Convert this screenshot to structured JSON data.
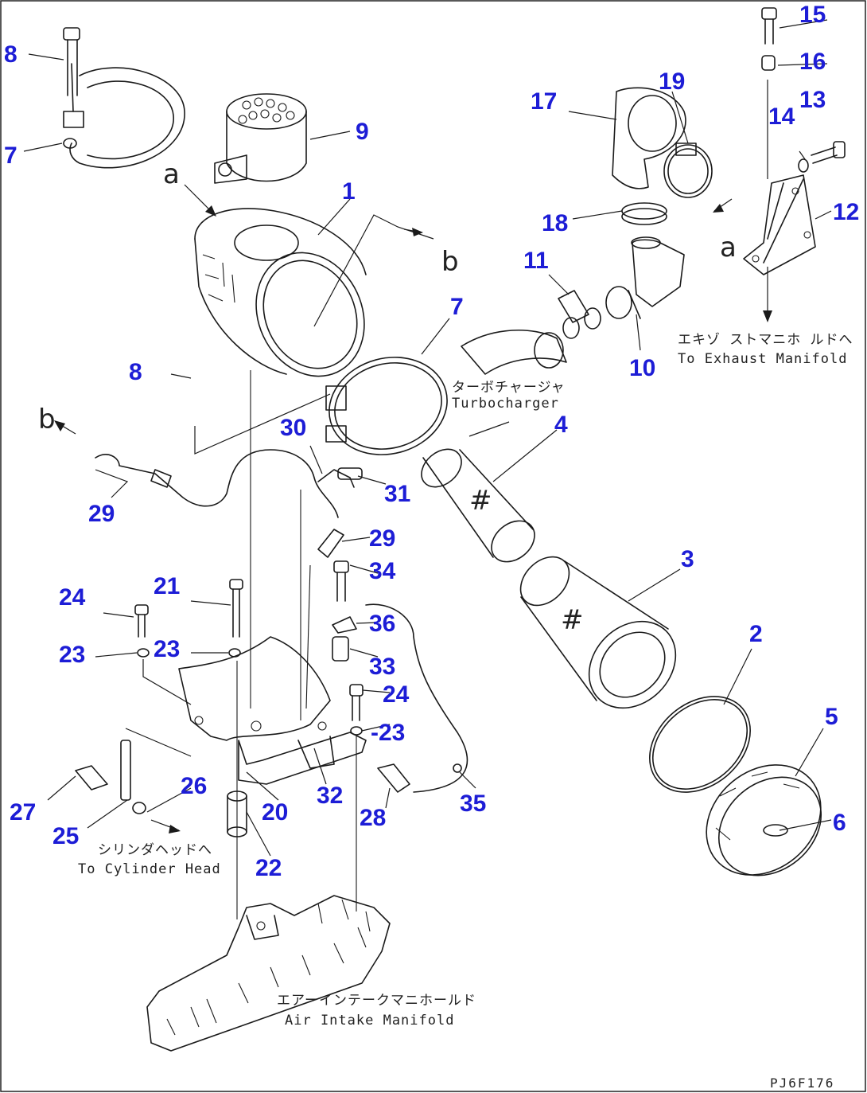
{
  "callouts": {
    "c1": "1",
    "c2": "2",
    "c3": "3",
    "c4": "4",
    "c5": "5",
    "c6": "6",
    "c7a": "7",
    "c7b": "7",
    "c8a": "8",
    "c8b": "8",
    "c9": "9",
    "c10": "10",
    "c11": "11",
    "c12": "12",
    "c13": "13",
    "c14": "14",
    "c15": "15",
    "c16": "16",
    "c17": "17",
    "c18": "18",
    "c19": "19",
    "c20": "20",
    "c21": "21",
    "c22": "22",
    "c23a": "23",
    "c23b": "23",
    "c23c": "-23",
    "c24a": "24",
    "c24b": "24",
    "c25": "25",
    "c26": "26",
    "c27": "27",
    "c28": "28",
    "c29a": "29",
    "c29b": "29",
    "c30": "30",
    "c31": "31",
    "c32": "32",
    "c33": "33",
    "c34": "34",
    "c35": "35",
    "c36": "36"
  },
  "markers": {
    "a_top": "a",
    "a_right": "a",
    "b_right": "b",
    "b_left": "b"
  },
  "captions": {
    "turbo_jp": "ターボチャージャ",
    "turbo_en": "Turbocharger",
    "exhaust_jp": "エキゾ ストマニホ ルドへ",
    "exhaust_en": "To Exhaust Manifold",
    "cylinder_jp": "シリンダヘッドへ",
    "cylinder_en": "To Cylinder Head",
    "intake_jp": "エアーインテークマニホールド",
    "intake_en": "Air Intake Manifold"
  },
  "drawing_code": "PJ6F176",
  "colors": {
    "callout": "#1d1dd6",
    "line": "#1a1a1a",
    "background": "#ffffff"
  }
}
